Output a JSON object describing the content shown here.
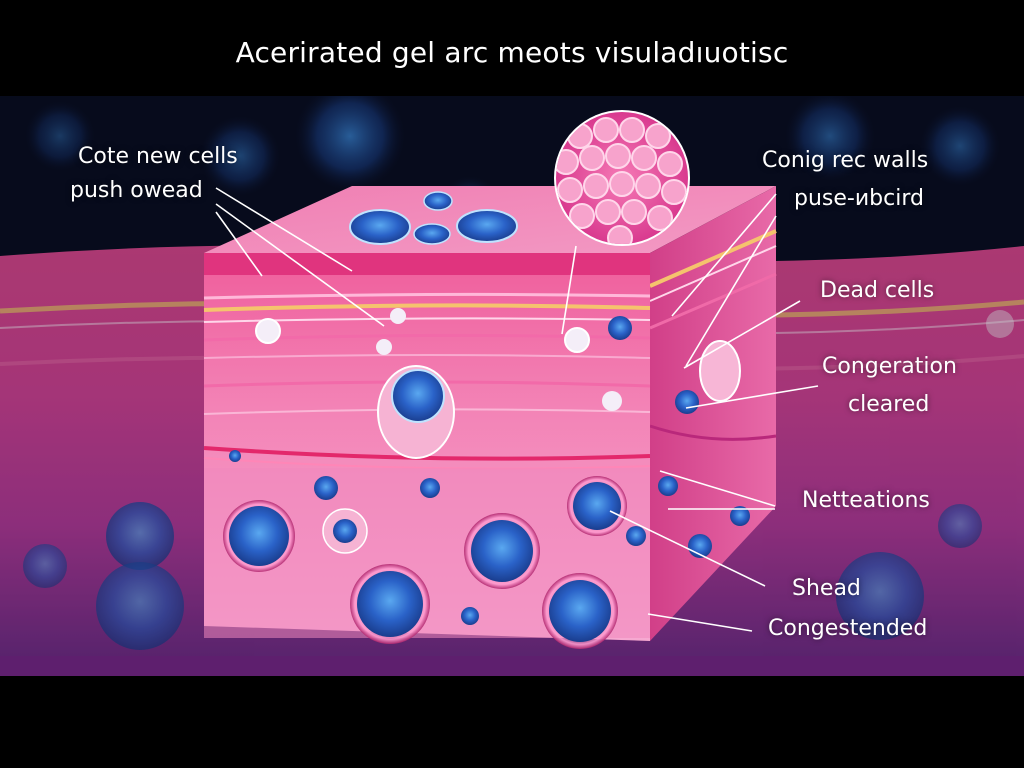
{
  "title": "Acerirated gel arc meots visuladıuotisc",
  "labels": {
    "left_top_line1": "Cote new cells",
    "left_top_line2": "push owead",
    "right_top_line1": "Conig rec walls",
    "right_top_line2": "puse-ᴎbcird",
    "dead_cells": "Dead cells",
    "congeration_line1": "Congeration",
    "congeration_line2": "cleared",
    "netteations": "Netteations",
    "shead": "Shead",
    "congestended": "Congestended"
  },
  "colors": {
    "background": "#000000",
    "tissue_pink": "#e8458f",
    "tissue_light": "#f7a8cf",
    "tissue_band": "#f2c26a",
    "tissue_deep": "#c8378a",
    "cell_blue": "#2f6fd6",
    "cell_cyan": "#49a9e9",
    "backdrop_blue": "#1a2f6b",
    "label_text": "#ffffff",
    "leader_line": "#ffffff"
  }
}
